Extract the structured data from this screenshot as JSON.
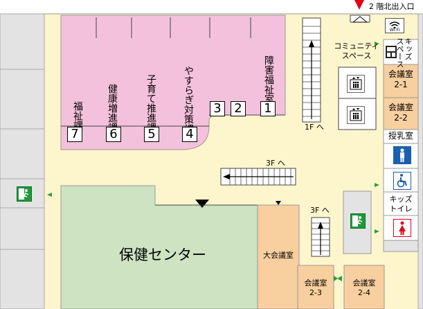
{
  "top_label": "2 階北出入口",
  "rooms": {
    "fukushi": "福祉課",
    "kenko": "健康増進課",
    "kosodate": "子育て推進課",
    "yasuragi": "やすらぎ対策課",
    "shogai": "障害福祉室",
    "hoken": "保健センター",
    "daikaigi": "大会議室",
    "kaigi_2_1": "会議室\n2-1",
    "kaigi_2_2": "会議室\n2-2",
    "kaigi_2_3": "会議室\n2-3",
    "kaigi_2_4": "会議室\n2-4",
    "junyu": "授乳室",
    "kids_toilet": "キッズ\nトイレ",
    "kids_space": "キッズ\nスペース",
    "community": "コミュニティ\nスペース"
  },
  "counters": [
    "7",
    "6",
    "5",
    "4",
    "3",
    "2",
    "1"
  ],
  "floor_labels": {
    "stairs_1f": "1F へ",
    "stairs_3f_top": "3F へ",
    "stairs_3f_right": "3F へ"
  },
  "icons": {
    "wifi": "Wi-Fi"
  },
  "colors": {
    "pink": "#f4c1dc",
    "green": "#cde3c2",
    "orange": "#f8cf9e",
    "floor": "#fdf5cc",
    "grey": "#e3e3e3",
    "exit": "#1f9a3a",
    "red": "#e60012"
  }
}
